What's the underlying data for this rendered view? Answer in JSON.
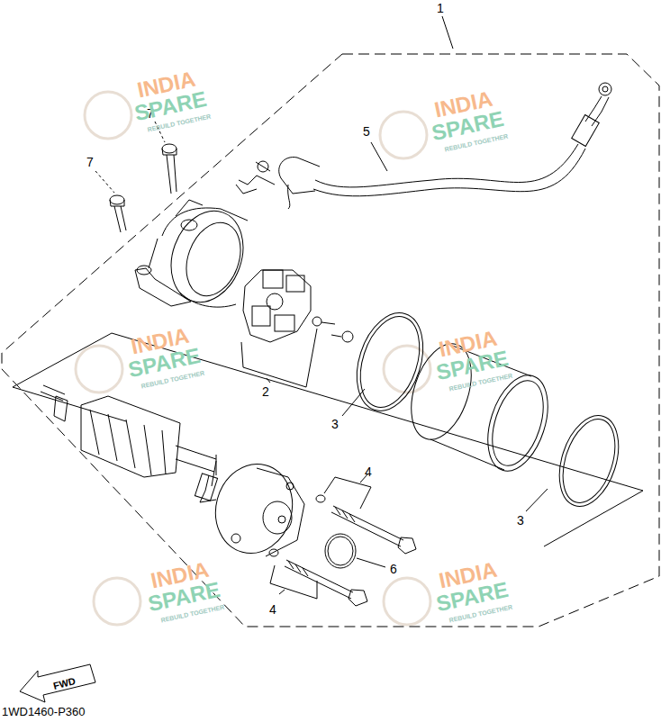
{
  "diagram": {
    "labels": [
      "1",
      "7",
      "7",
      "5",
      "2",
      "3",
      "3",
      "4",
      "4",
      "6",
      "FWD",
      "1WD1460-P360",
      "INDIA",
      "SPARE",
      "REBUILD TOGETHER",
      "INDIA",
      "SPARE",
      "REBUILD TOGETHER",
      "INDIA",
      "SPARE",
      "REBUILD TOGETHER",
      "INDIA",
      "SPARE",
      "REBUILD TOGETHER",
      "INDIA",
      "SPARE",
      "REBUILD TOGETHER",
      "INDIA",
      "SPARE",
      "REBUILD TOGETHER"
    ]
  }
}
